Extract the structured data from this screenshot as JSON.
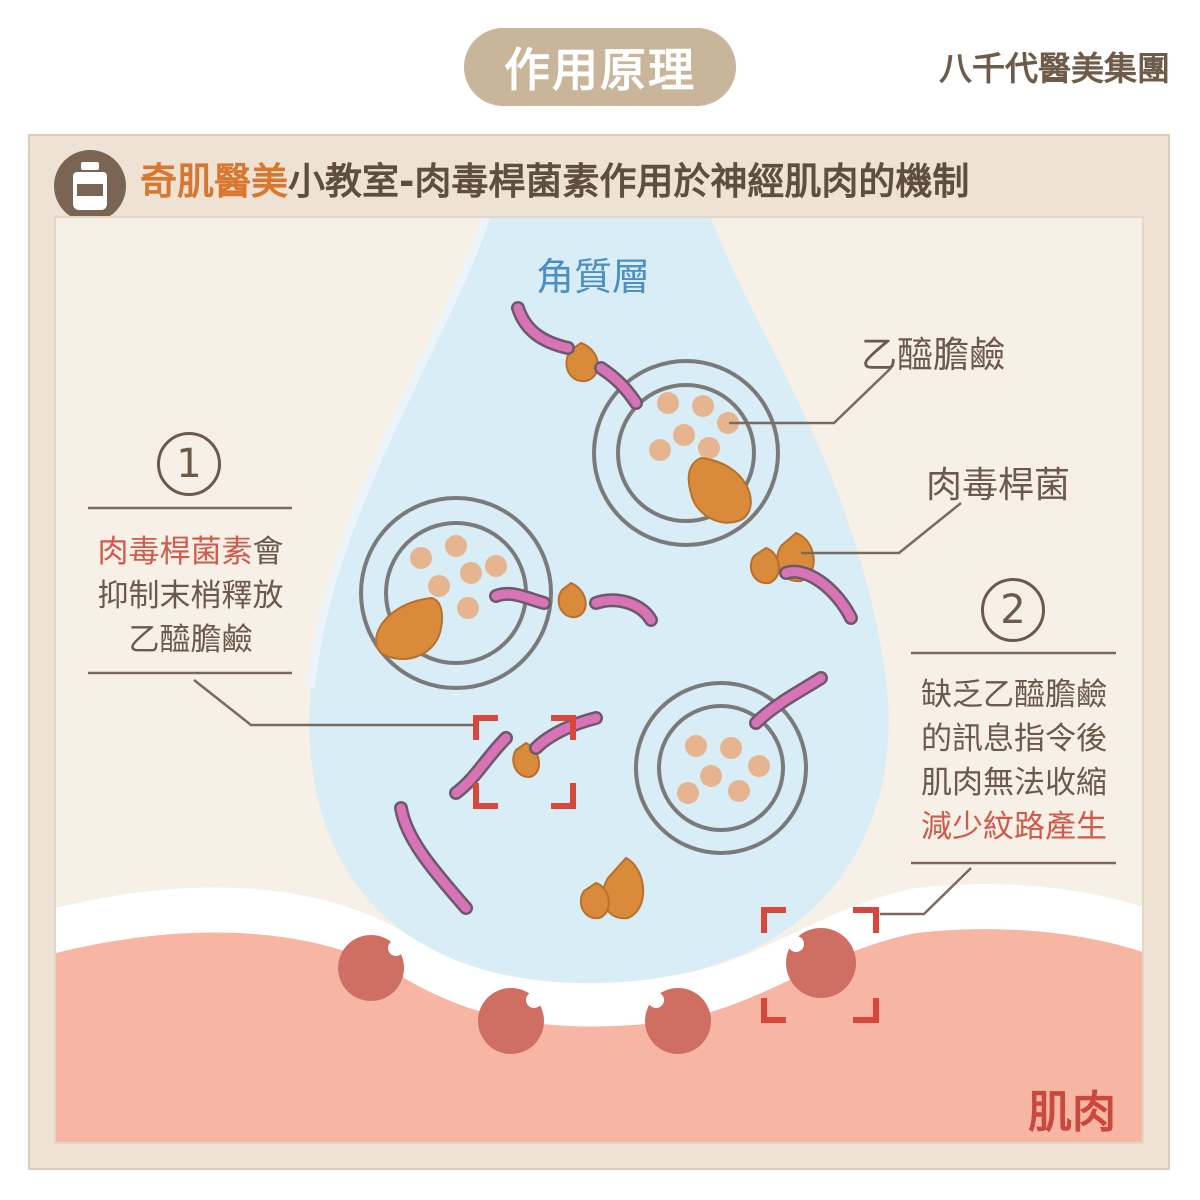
{
  "page": {
    "pill_title": "作用原理",
    "brand": "八千代醫美集團"
  },
  "header": {
    "brand_accent": "奇肌醫美",
    "title_rest": "小教室-肉毒桿菌素作用於神經肌肉的機制"
  },
  "diagram": {
    "drop_label": "角質層",
    "muscle_label": "肌肉",
    "callout_ach": "乙醯膽鹼",
    "callout_botox": "肉毒桿菌",
    "step1": {
      "number": "1",
      "line1_red": "肉毒桿菌素",
      "line1_rest": "會",
      "line2": "抑制末梢釋放",
      "line3": "乙醯膽鹼"
    },
    "step2": {
      "number": "2",
      "line1": "缺乏乙醯膽鹼",
      "line2": "的訊息指令後",
      "line3": "肌肉無法收縮",
      "line4_red": "減少紋路產生"
    }
  },
  "colors": {
    "drop": "#d9edf7",
    "muscle": "#f7b5a4",
    "receptor": "#cf6f63",
    "toxin": "#d98a3a",
    "worm": "#d873b6",
    "bracket": "#d9473a",
    "tan": "#c8b59a"
  }
}
